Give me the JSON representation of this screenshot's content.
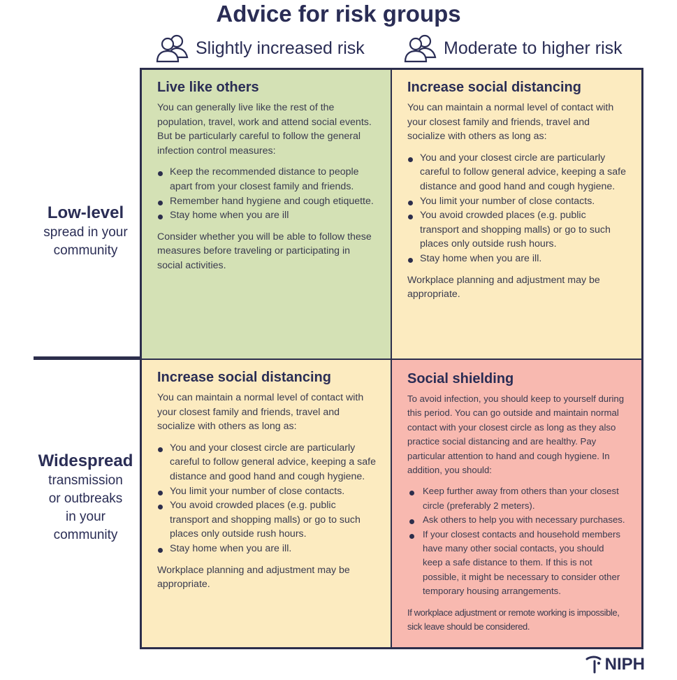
{
  "title": "Advice for risk groups",
  "columns": [
    {
      "label": "Slightly increased risk",
      "icon": "people-icon"
    },
    {
      "label": "Moderate to higher risk",
      "icon": "people-icon"
    }
  ],
  "rows": [
    {
      "strong": "Low-level",
      "rest": [
        "spread in your",
        "community"
      ]
    },
    {
      "strong": "Widespread",
      "rest": [
        "transmission",
        "or outbreaks",
        "in your",
        "community"
      ]
    }
  ],
  "cells": {
    "live_like_others": {
      "heading": "Live like others",
      "intro": "You can generally live like the rest of the population, travel, work and attend social events. But be particularly careful to follow the general infection control measures:",
      "bullets": [
        "Keep the recommended distance to people apart from your closest family and friends.",
        "Remember hand hygiene and cough etiquette.",
        "Stay home when you are ill"
      ],
      "closing": "Consider whether you will be able to follow these measures before traveling or participating in social activities."
    },
    "increase_distancing_top": {
      "heading": "Increase social distancing",
      "intro": "You can maintain a normal level of contact with your closest family and friends, travel and socialize with others as long as:",
      "bullets": [
        "You and your closest circle are particularly careful to follow general advice, keeping a safe distance and good hand and cough hygiene.",
        "You limit your number of close contacts.",
        "You avoid crowded places (e.g. public transport and shopping malls) or go to such places only outside rush hours.",
        "Stay home when you are ill."
      ],
      "closing": "Workplace planning and adjustment may be appropriate."
    },
    "increase_distancing_bottom": {
      "heading": "Increase social distancing",
      "intro": "You can maintain a normal level of contact with your closest family and friends, travel and socialize with others as long as:",
      "bullets": [
        "You and your closest circle are particularly careful to follow general advice, keeping a safe distance and good hand and cough hygiene.",
        "You limit your number of close contacts.",
        "You avoid crowded places (e.g. public transport and shopping malls) or go to such places only outside rush hours.",
        "Stay home when you are ill."
      ],
      "closing": "Workplace planning and adjustment may be appropriate."
    },
    "social_shielding": {
      "heading": "Social shielding",
      "intro": "To avoid infection, you should keep to yourself during this period. You can go outside and maintain normal contact with your closest circle as long as they also practice social distancing and are healthy. Pay particular attention to hand and cough hygiene. In addition, you should:",
      "bullets": [
        "Keep further away from others than your closest circle (preferably 2 meters).",
        "Ask others to help you with necessary purchases.",
        "If your closest contacts and household members have many other social contacts, you should keep a safe distance to them. If this is not possible, it might be necessary to consider other temporary housing arrangements."
      ],
      "closing": "If workplace adjustment or remote working is impossible, sick leave should be considered."
    }
  },
  "logo": {
    "text": "NIPH",
    "icon": "niph-logo-icon"
  },
  "colors": {
    "navy": "#2c2e4c",
    "green_cell": "#d4e1b5",
    "yellow_cell": "#fcebc0",
    "red_cell": "#f8b9b0"
  }
}
